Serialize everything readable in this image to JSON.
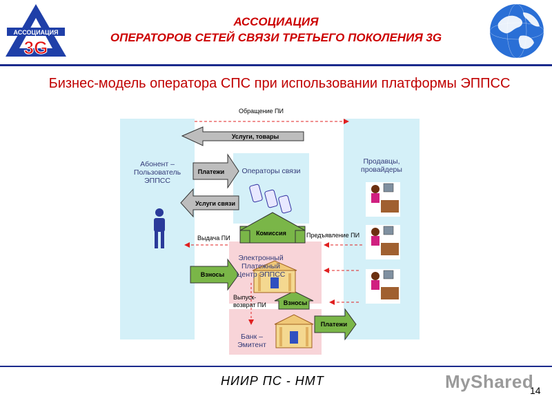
{
  "header": {
    "title_line1": "АССОЦИАЦИЯ",
    "title_line2": "ОПЕРАТОРОВ СЕТЕЙ СВЯЗИ ТРЕТЬЕГО ПОКОЛЕНИЯ 3G",
    "logo_text_top": "АССОЦИАЦИЯ",
    "logo_text_big": "3G"
  },
  "subtitle": "Бизнес-модель оператора СПС при использовании платформы ЭППСС",
  "diagram": {
    "top_label": "Обращение ПИ",
    "services_goods": "Услуги, товары",
    "subscriber": "Абонент –\nПользователь\nЭППСС",
    "payments_1": "Платежи",
    "operators": "Операторы связи",
    "comm_services": "Услуги связи",
    "sellers": "Продавцы,\nпровайдеры",
    "commission": "Комиссия",
    "issue_pi": "Выдача ПИ",
    "present_pi": "Предъявление ПИ",
    "contributions_1": "Взносы",
    "epc": "Электронный\nПлатежный\nЦентр ЭППСС",
    "issue_return": "Выпуск-\nвозврат ПИ",
    "contributions_2": "Взносы",
    "payments_2": "Платежи",
    "bank": "Банк –\nЭмитент"
  },
  "footer": {
    "text": "НИИР ПС - НМТ",
    "page": "14",
    "watermark": "MyShared"
  },
  "colors": {
    "accent_red": "#cc0000",
    "rule_blue": "#1a2a8c",
    "light_blue": "#d4f0f8",
    "light_pink": "#f8d4d8",
    "arrow_green": "#7ab648",
    "arrow_gray": "#b8b8b8"
  }
}
